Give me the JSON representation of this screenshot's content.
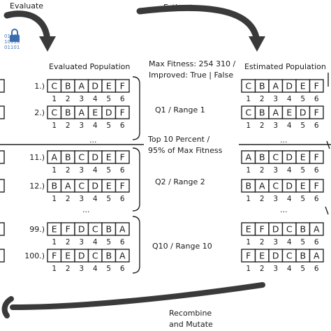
{
  "labels": {
    "evaluate": "Evaluate",
    "estimate": "Estimate",
    "evaluated_title": "Evaluated Population",
    "estimated_title": "Estimated Population",
    "max_fitness": "Max Fitness: 254 310 /",
    "improved": "Improved: True | False",
    "q1": "Q1 / Range 1",
    "top_line1": "Top 10 Percent /",
    "top_line2": "95% of Max Fitness",
    "q2": "Q2 / Range 2",
    "q10": "Q10 / Range 10",
    "recombine": "Recombine",
    "mutate": "and Mutate",
    "ellipsis": "..."
  },
  "indices": [
    "1",
    "2",
    "3",
    "4",
    "5",
    "6"
  ],
  "evaluated": [
    {
      "rank": "1.)",
      "genes": [
        "C",
        "B",
        "A",
        "D",
        "E",
        "F"
      ]
    },
    {
      "rank": "2.)",
      "genes": [
        "C",
        "B",
        "A",
        "E",
        "D",
        "F"
      ]
    },
    {
      "rank": "11.)",
      "genes": [
        "A",
        "B",
        "C",
        "D",
        "E",
        "F"
      ]
    },
    {
      "rank": "12.)",
      "genes": [
        "B",
        "A",
        "C",
        "D",
        "E",
        "F"
      ]
    },
    {
      "rank": "99.)",
      "genes": [
        "E",
        "F",
        "D",
        "C",
        "B",
        "A"
      ]
    },
    {
      "rank": "100.)",
      "genes": [
        "F",
        "E",
        "D",
        "C",
        "B",
        "A"
      ]
    }
  ],
  "estimated": [
    {
      "genes": [
        "C",
        "B",
        "A",
        "D",
        "E",
        "F"
      ]
    },
    {
      "genes": [
        "C",
        "B",
        "A",
        "E",
        "D",
        "F"
      ]
    },
    {
      "genes": [
        "A",
        "B",
        "C",
        "D",
        "E",
        "F"
      ]
    },
    {
      "genes": [
        "B",
        "A",
        "C",
        "D",
        "E",
        "F"
      ]
    },
    {
      "genes": [
        "E",
        "F",
        "D",
        "C",
        "B",
        "A"
      ]
    },
    {
      "genes": [
        "F",
        "E",
        "D",
        "C",
        "B",
        "A"
      ]
    }
  ]
}
